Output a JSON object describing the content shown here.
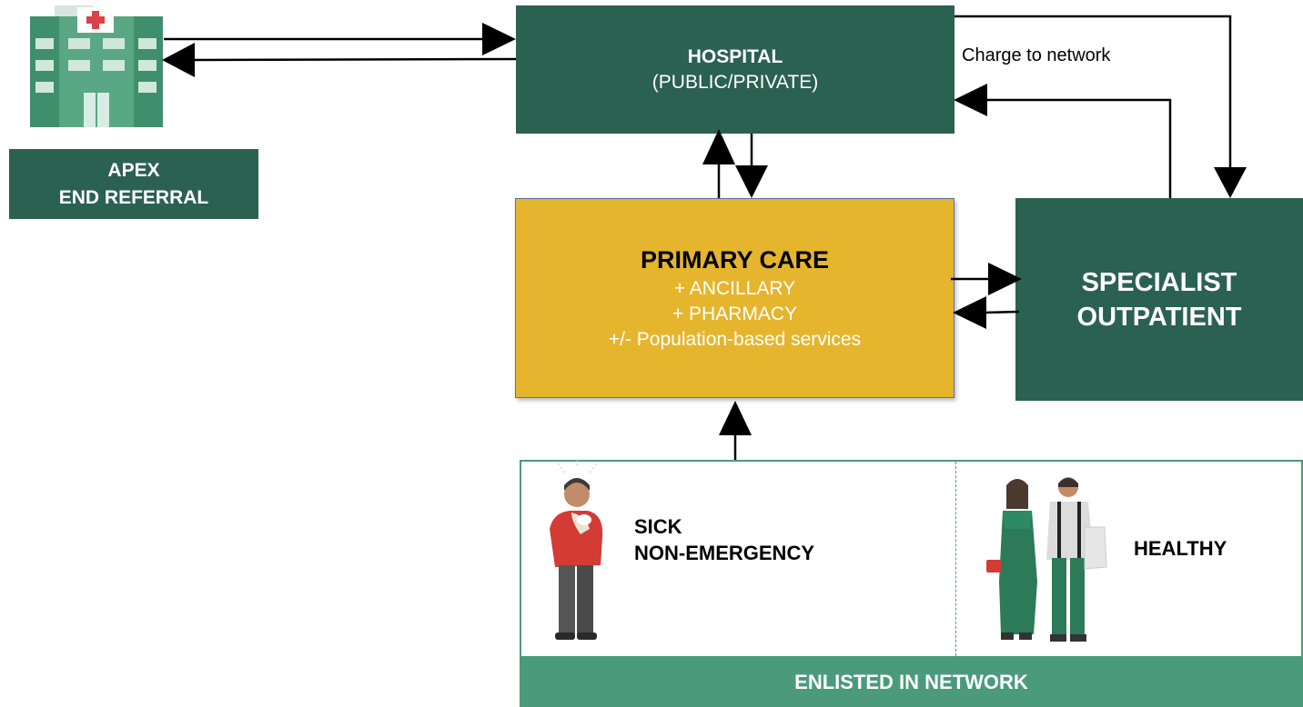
{
  "hospital": {
    "title": "HOSPITAL",
    "subtitle": "(PUBLIC/PRIVATE)"
  },
  "apex": {
    "line1": "APEX",
    "line2": "END REFERRAL"
  },
  "primary_care": {
    "title": "PRIMARY CARE",
    "line1": "+ ANCILLARY",
    "line2": "+ PHARMACY",
    "line3": "+/- Population-based services"
  },
  "specialist": {
    "line1": "SPECIALIST",
    "line2": "OUTPATIENT"
  },
  "edge_label": "Charge to network",
  "population": {
    "sick_line1": "SICK",
    "sick_line2": "NON-EMERGENCY",
    "healthy": "HEALTHY",
    "footer": "ENLISTED IN NETWORK"
  },
  "colors": {
    "dark_green": "#2b6150",
    "light_green": "#4b9a7c",
    "gold": "#e6b52e",
    "sick_shirt": "#d43b35"
  }
}
